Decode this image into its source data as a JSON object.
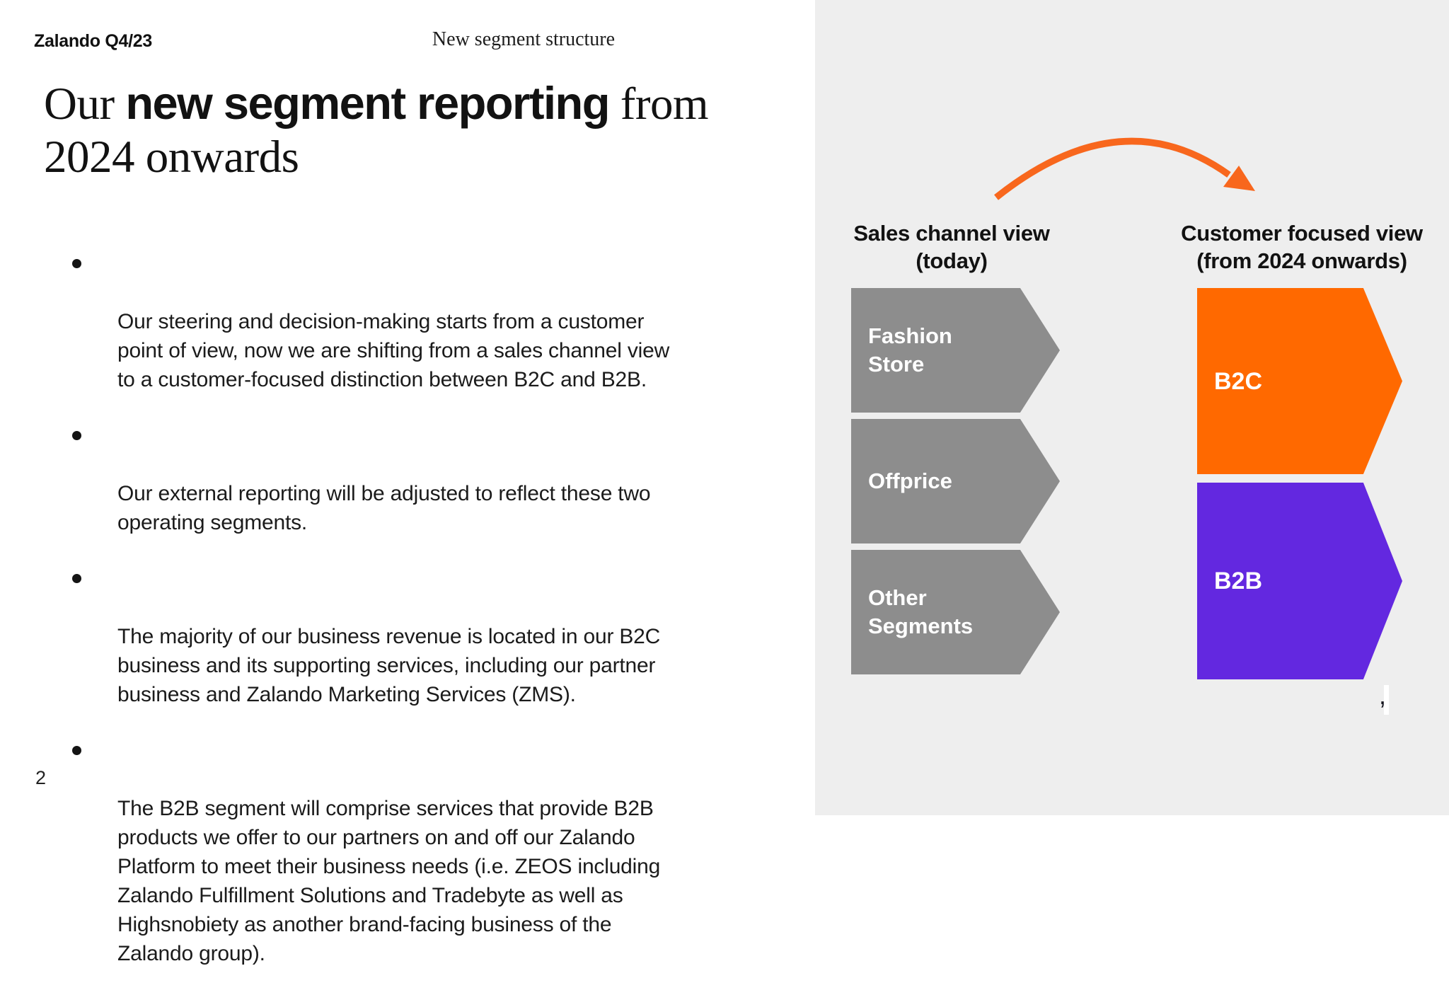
{
  "slide": {
    "eyebrow": "Zalando Q4/23",
    "header_center": "New segment structure",
    "title": {
      "pre": "Our ",
      "bold": "new segment reporting",
      "post": " from\n2024 onwards"
    },
    "bullets": [
      "Our steering and decision-making starts from a customer\npoint of view, now we are shifting from a sales channel view\nto a customer-focused distinction between B2C and B2B.",
      "Our external reporting will be adjusted to reflect these two\noperating segments.",
      "The majority of our business revenue is located in our B2C\nbusiness and its supporting services, including our partner\nbusiness and Zalando Marketing Services (ZMS).",
      "The B2B segment will comprise services that provide B2B\nproducts we offer to our partners on and off our Zalando\nPlatform to meet their business needs (i.e. ZEOS including\nZalando Fulfillment Solutions and Tradebyte as well as\nHighsnobiety as another brand-facing business of the\nZalando group)."
    ],
    "page_number": "2"
  },
  "diagram": {
    "left_column": {
      "header": "Sales channel view\n(today)",
      "items": [
        "Fashion Store",
        "Offprice",
        "Other Segments"
      ]
    },
    "right_column": {
      "header": "Customer focused view\n(from 2024 onwards)",
      "items": [
        "B2C",
        "B2B"
      ]
    },
    "artifact_comma": ",",
    "colors": {
      "orange": "#FF6900",
      "purple": "#6328E0",
      "gray_shape": "#8D8D8D",
      "panel_bg": "#EEEEEE",
      "arrow": "#F8671D"
    }
  }
}
